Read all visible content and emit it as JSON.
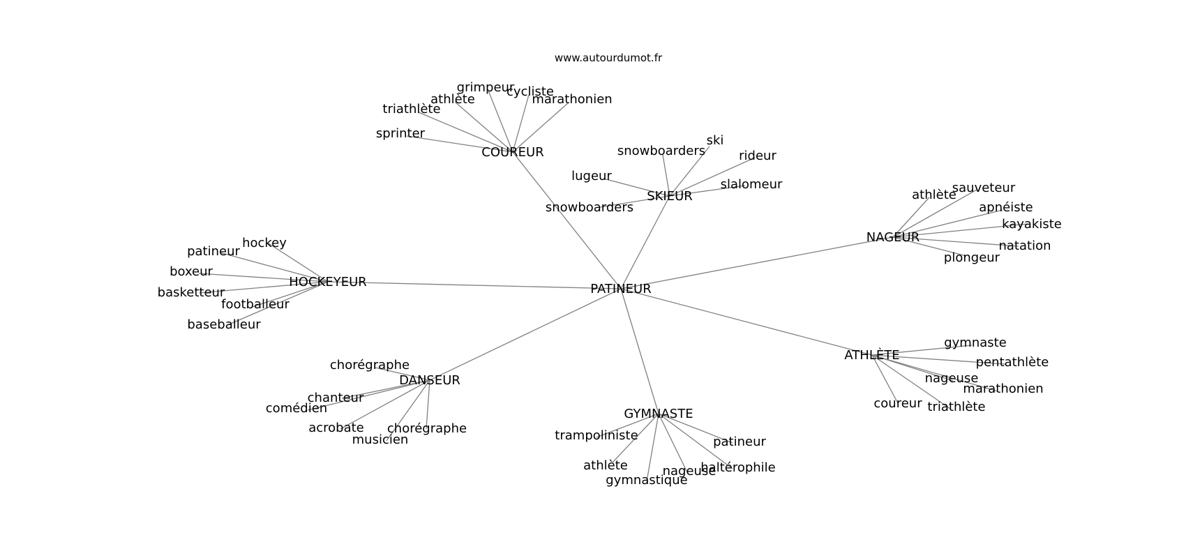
{
  "watermark": "www.autourdumot.fr",
  "colors": {
    "edge": "#808080",
    "text": "#000000",
    "background": "#ffffff"
  },
  "center": {
    "id": "patineur",
    "label": "PATINEUR"
  },
  "hubs": [
    {
      "id": "coureur",
      "label": "COUREUR",
      "leaves": [
        "grimpeur",
        "cycliste",
        "athlète",
        "marathonien",
        "triathlète",
        "sprinter"
      ]
    },
    {
      "id": "skieur",
      "label": "SKIEUR",
      "leaves": [
        "ski",
        "snowboarders",
        "rideur",
        "lugeur",
        "slalomeur",
        "snowboarders"
      ]
    },
    {
      "id": "nageur",
      "label": "NAGEUR",
      "leaves": [
        "athlète",
        "sauveteur",
        "apnéiste",
        "kayakiste",
        "natation",
        "plongeur"
      ]
    },
    {
      "id": "hockeyeur",
      "label": "HOCKEYEUR",
      "leaves": [
        "hockey",
        "patineur",
        "boxeur",
        "basketteur",
        "footballeur",
        "baseballeur"
      ]
    },
    {
      "id": "athlete",
      "label": "ATHLÈTE",
      "leaves": [
        "gymnaste",
        "pentathlète",
        "nageuse",
        "marathonien",
        "coureur",
        "triathlète"
      ]
    },
    {
      "id": "danseur",
      "label": "DANSEUR",
      "leaves": [
        "chorégraphe",
        "chanteur",
        "comédien",
        "acrobate",
        "chorégraphe",
        "musicien"
      ]
    },
    {
      "id": "gymnaste",
      "label": "GYMNASTE",
      "leaves": [
        "trampoliniste",
        "patineur",
        "athlète",
        "haltérophile",
        "nageuse",
        "gymnastique"
      ]
    }
  ]
}
